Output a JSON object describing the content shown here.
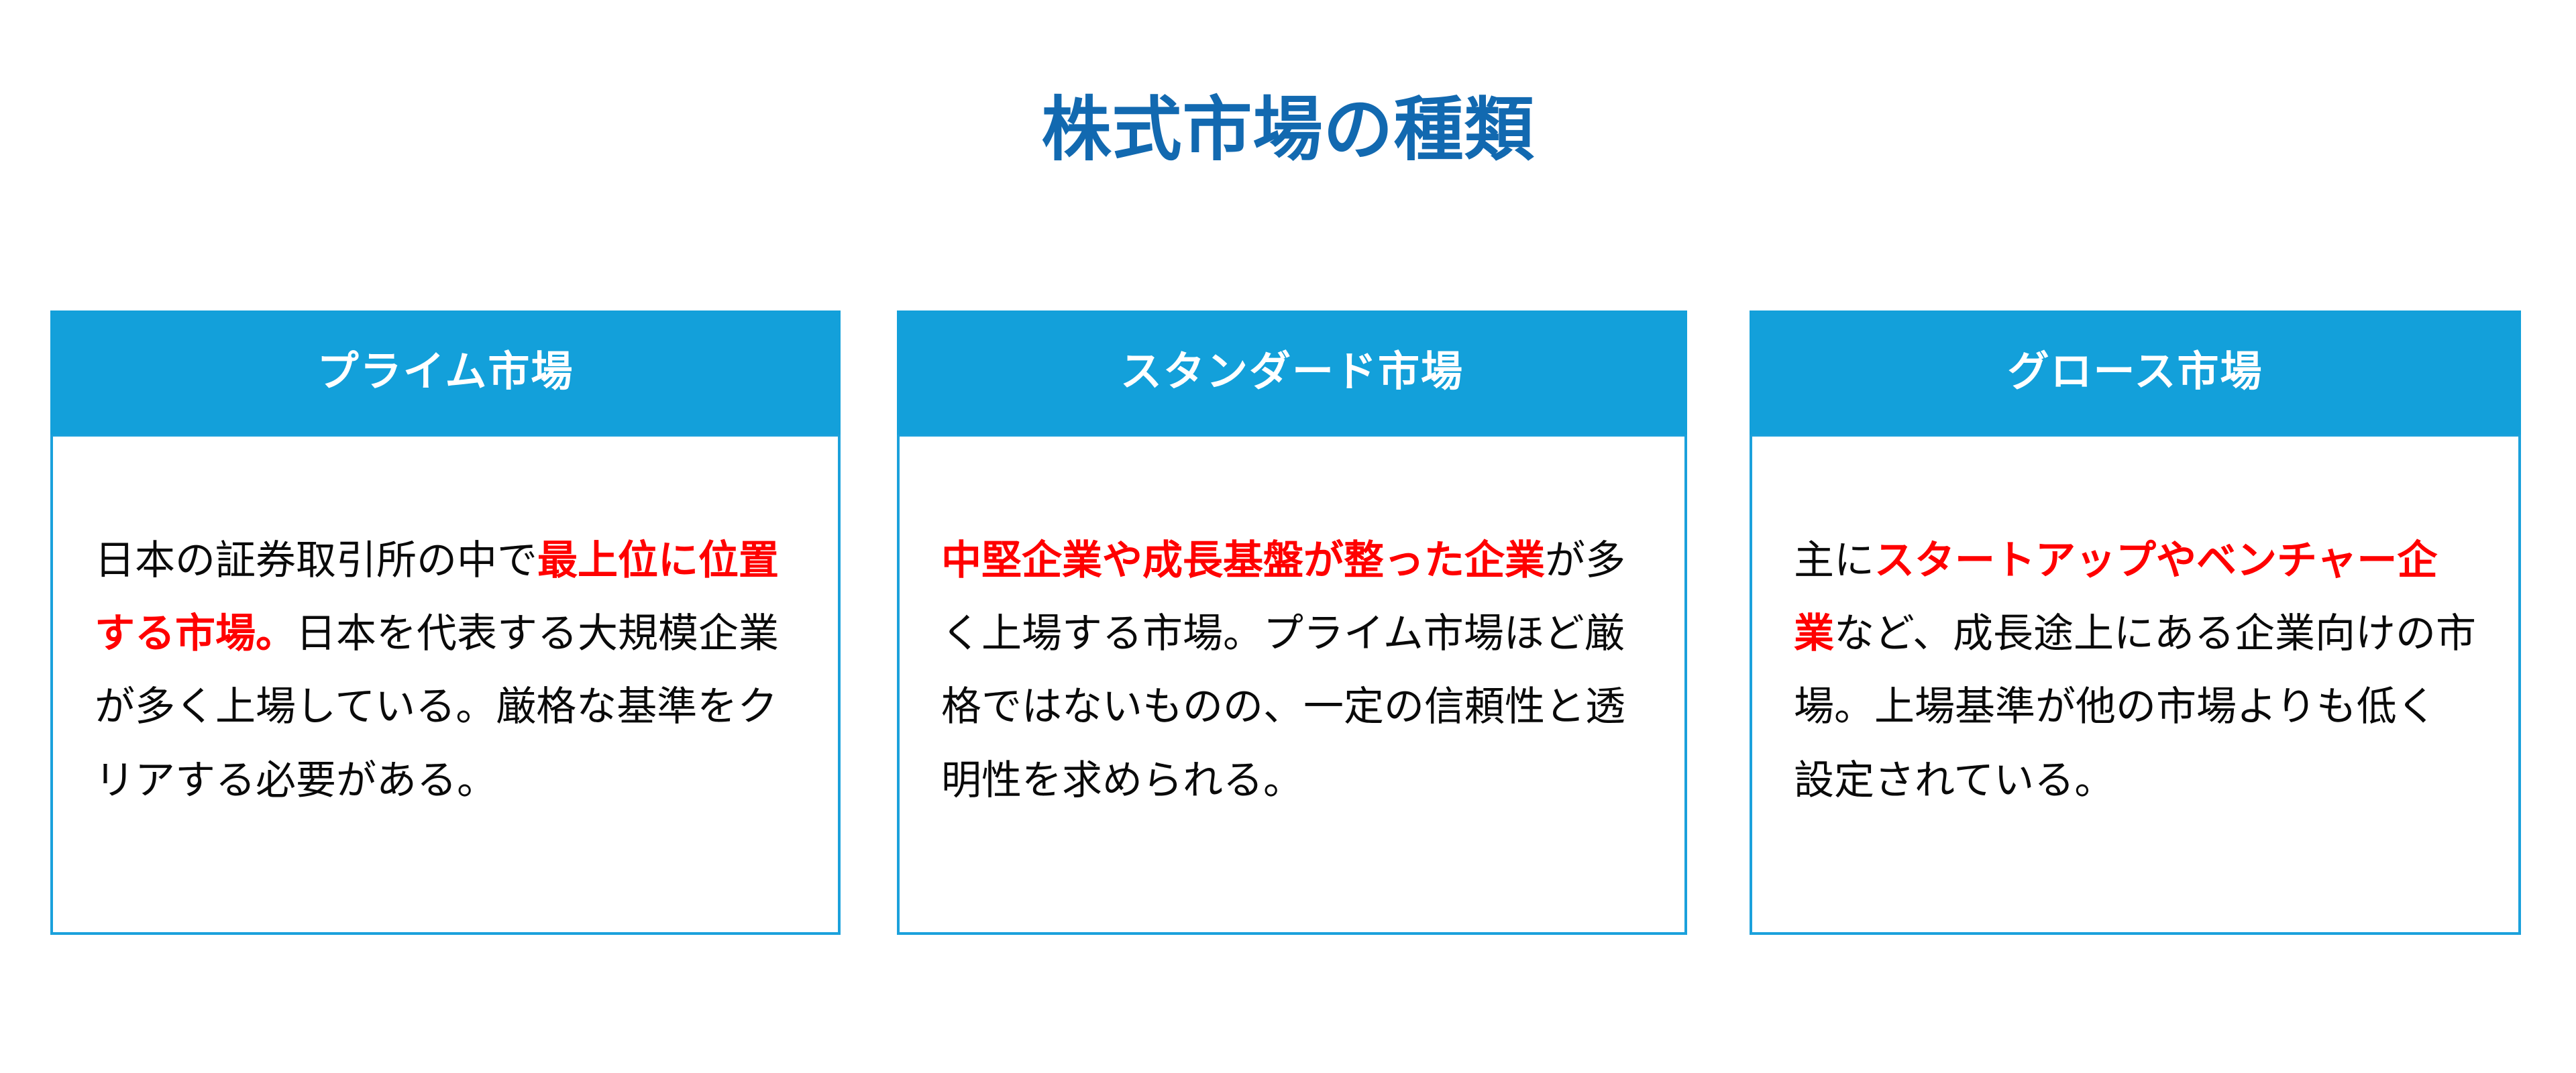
{
  "page": {
    "title": "株式市場の種類",
    "title_color": "#1269B0",
    "background_color": "#ffffff",
    "header_color": "#13A0DA",
    "border_color": "#1BA1DC",
    "highlight_color": "#FF0000",
    "body_text_color": "#0a0a0a"
  },
  "cards": [
    {
      "header": "プライム市場",
      "body_plain": "日本の証券取引所の中で最上位に位置する市場。日本を代表する大規模企業が多く上場している。厳格な基準をクリアする必要がある。",
      "segments": {
        "s0": "日本の証券取引所の中で",
        "s1": "最上位に位置する市場。",
        "s2": "日本を代表する大規模企業が多く上場している。厳格な基準をクリアする必要がある。"
      }
    },
    {
      "header": "スタンダード市場",
      "body_plain": "中堅企業や成長基盤が整った企業が多く上場する市場。プライム市場ほど厳格ではないものの、一定の信頼性と透明性を求められる。",
      "segments": {
        "s0": "",
        "s1": "中堅企業や成長基盤が整った企業",
        "s2": "が多く上場する市場。プライム市場ほど厳格ではないものの、一定の信頼性と透明性を求められる。"
      }
    },
    {
      "header": "グロース市場",
      "body_plain": "主にスタートアップやベンチャー企業など、成長途上にある企業向けの市場。上場基準が他の市場よりも低く設定されている。",
      "segments": {
        "s0": "主に",
        "s1": "スタートアップやベンチャー企業",
        "s2": "など、成長途上にある企業向けの市場。上場基準が他の市場よりも低く設定されている。"
      }
    }
  ]
}
